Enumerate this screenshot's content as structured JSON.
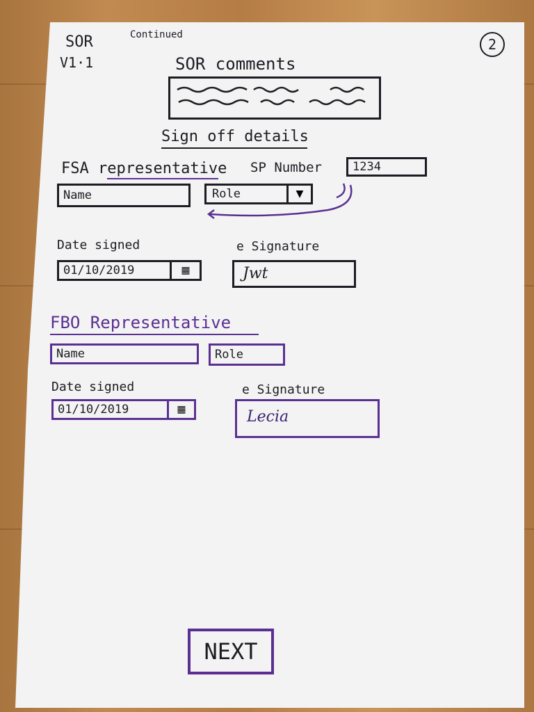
{
  "header": {
    "app": "SOR",
    "version": "V1·1",
    "continued": "Continued",
    "page_number": "2",
    "title": "SOR comments"
  },
  "sections": {
    "sign_off_title": "Sign off details",
    "fsa": {
      "heading": "FSA representative",
      "sp_label": "SP Number",
      "sp_value": "1234",
      "name_placeholder": "Name",
      "role_placeholder": "Role",
      "date_label": "Date signed",
      "date_value": "01/10/2019",
      "esig_label": "e Signature",
      "esig_value": "Jwt"
    },
    "fbo": {
      "heading": "FBO Representative",
      "name_placeholder": "Name",
      "role_placeholder": "Role",
      "date_label": "Date signed",
      "date_value": "01/10/2019",
      "esig_label": "e Signature",
      "esig_value": "Lecia"
    }
  },
  "actions": {
    "next_label": "NEXT"
  },
  "colors": {
    "ink": "#1c1c22",
    "accent": "#5b2f92",
    "paper": "#f3f3f4"
  }
}
